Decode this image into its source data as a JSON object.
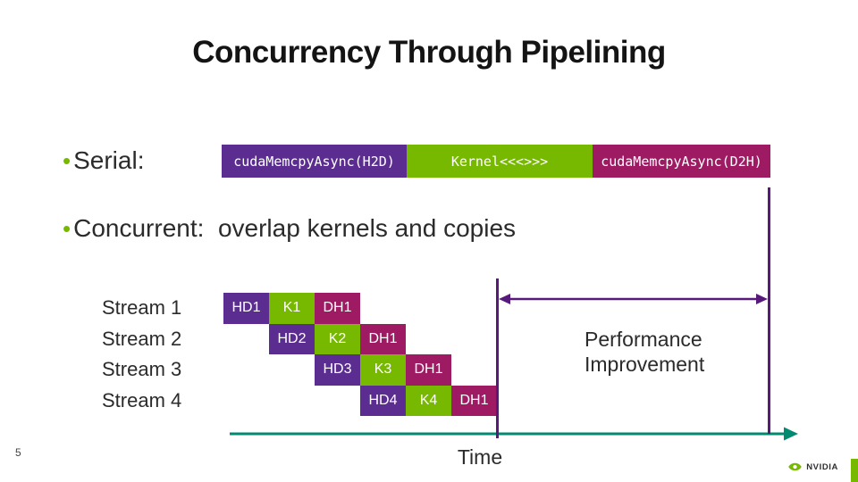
{
  "title": "Concurrency Through Pipelining",
  "bullet_glyph": "•",
  "serial": {
    "label": "Serial:",
    "blocks": [
      {
        "label": "cudaMemcpyAsync(H2D)",
        "type": "h2d"
      },
      {
        "label": "Kernel<<<>>>",
        "type": "kernel"
      },
      {
        "label": "cudaMemcpyAsync(D2H)",
        "type": "d2h"
      }
    ]
  },
  "concurrent": {
    "label": "Concurrent:  overlap kernels and copies"
  },
  "streams": {
    "rows": [
      {
        "label": "Stream 1",
        "blocks": [
          "HD1",
          "K1",
          "DH1"
        ]
      },
      {
        "label": "Stream 2",
        "blocks": [
          "HD2",
          "K2",
          "DH1"
        ]
      },
      {
        "label": "Stream 3",
        "blocks": [
          "HD3",
          "K3",
          "DH1"
        ]
      },
      {
        "label": "Stream 4",
        "blocks": [
          "HD4",
          "K4",
          "DH1"
        ]
      }
    ]
  },
  "annotations": {
    "performance": [
      "Performance",
      "Improvement"
    ],
    "time_axis_label": "Time"
  },
  "footer": {
    "page_number": "5",
    "brand": "NVIDIA"
  },
  "colors": {
    "h2d_purple": "#5c2d91",
    "kernel_green": "#76b900",
    "d2h_magenta": "#9e1b64",
    "axis_teal": "#008a70",
    "arrow_purple": "#581a7a",
    "accent_green": "#76b900"
  }
}
